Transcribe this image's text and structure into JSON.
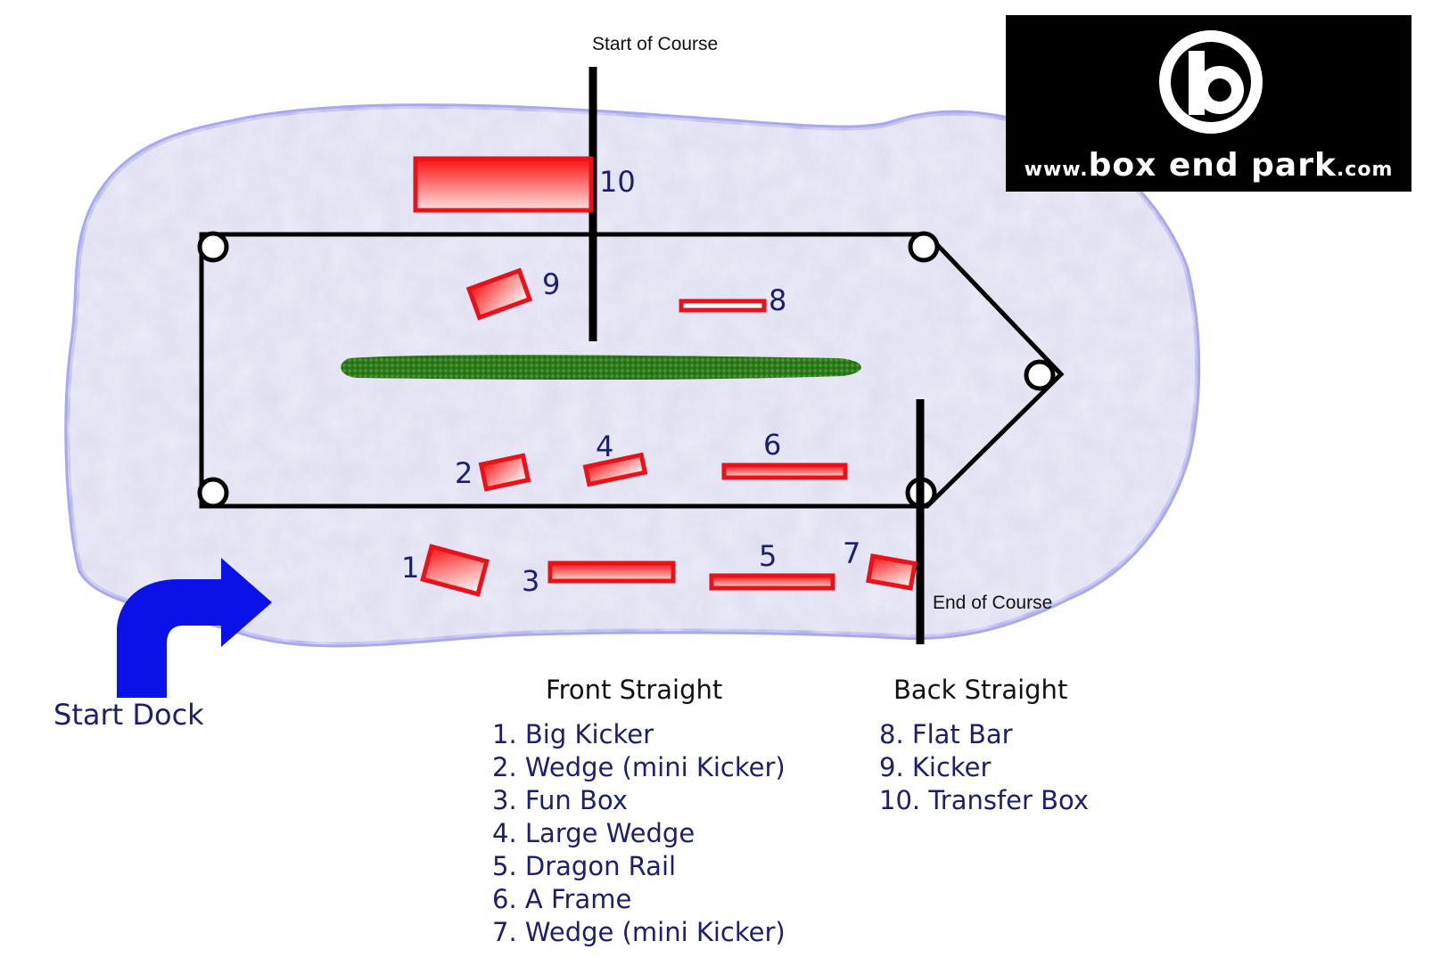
{
  "labels": {
    "start_of_course": "Start of Course",
    "end_of_course": "End of Course",
    "start_dock": "Start Dock"
  },
  "logo": {
    "prefix": "www.",
    "name": "box end park",
    "suffix": ".com"
  },
  "feature_numbers": {
    "n1": "1",
    "n2": "2",
    "n3": "3",
    "n4": "4",
    "n5": "5",
    "n6": "6",
    "n7": "7",
    "n8": "8",
    "n9": "9",
    "n10": "10"
  },
  "legend": {
    "front_title": "Front Straight",
    "front_items": [
      "1. Big Kicker",
      "2. Wedge (mini Kicker)",
      "3. Fun Box",
      "4. Large Wedge",
      "5. Dragon Rail",
      "6. A Frame",
      "7. Wedge (mini Kicker)"
    ],
    "back_title": "Back Straight",
    "back_items": [
      "8. Flat Bar",
      "9. Kicker",
      "10. Transfer Box"
    ]
  },
  "colors": {
    "water_fill": "#dcdcf0",
    "water_border": "#a9a9ee",
    "feature_red": "#e8121a",
    "island_green": "#2f7a1e",
    "arrow_blue": "#0a12e8",
    "text_navy": "#1b1f6e"
  }
}
